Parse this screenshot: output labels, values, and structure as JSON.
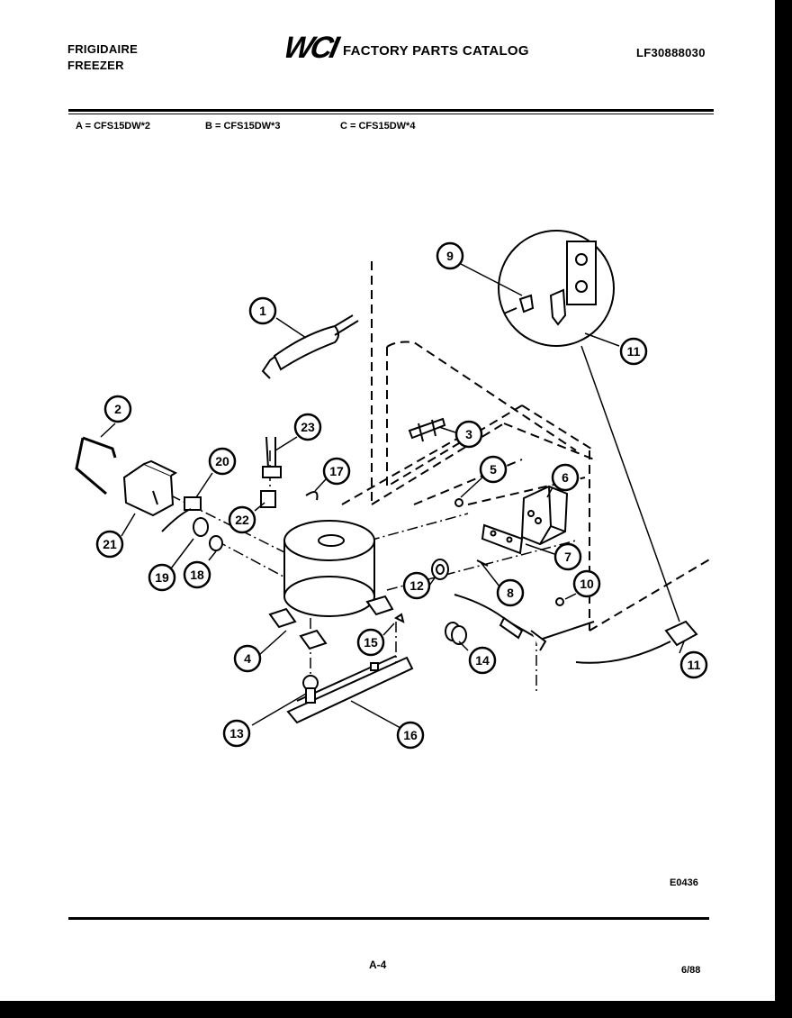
{
  "header": {
    "brand": "FRIGIDAIRE",
    "product": "FREEZER",
    "logo": "WCI",
    "catalog_title": "FACTORY PARTS CATALOG",
    "catalog_number": "LF30888030"
  },
  "models": {
    "a": "A = CFS15DW*2",
    "b": "B = CFS15DW*3",
    "c": "C = CFS15DW*4"
  },
  "callouts": [
    "1",
    "2",
    "3",
    "4",
    "5",
    "6",
    "7",
    "8",
    "9",
    "10",
    "11",
    "11",
    "12",
    "13",
    "14",
    "15",
    "16",
    "17",
    "18",
    "19",
    "20",
    "21",
    "22",
    "23"
  ],
  "footer": {
    "ref_code": "E0436",
    "page": "A-4",
    "date": "6/88"
  }
}
